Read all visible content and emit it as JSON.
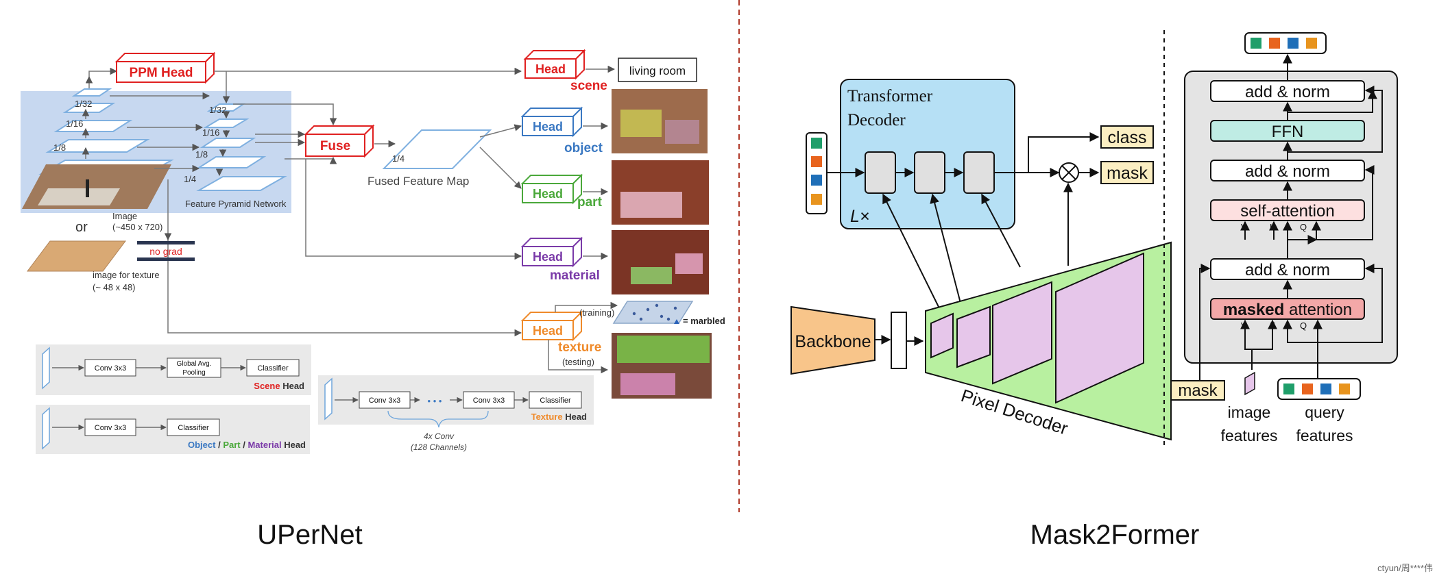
{
  "upernet": {
    "caption": "UPerNet",
    "ppm_head": "PPM Head",
    "fuse": "Fuse",
    "fused_feature_map": "Fused Feature Map",
    "fused_scale": "1/4",
    "fpn_label": "Feature Pyramid Network",
    "scales": [
      "1/32",
      "1/16",
      "1/8",
      "1/4"
    ],
    "image_label": "Image",
    "image_size": "(~450 x 720)",
    "or_label": "or",
    "texture_image_label": "image for texture",
    "texture_image_size": "(~ 48 x 48)",
    "no_grad": "no grad",
    "head": "Head",
    "scene": "scene",
    "living_room": "living room",
    "object": "object",
    "part": "part",
    "material": "material",
    "texture": "texture",
    "training": "(training)",
    "testing": "(testing)",
    "marbled": "= marbled",
    "scene_head": {
      "conv": "Conv 3x3",
      "pool1": "Global Avg.",
      "pool2": "Pooling",
      "classifier": "Classifier",
      "name1": "Scene",
      "name2": " Head"
    },
    "omp_head": {
      "conv": "Conv 3x3",
      "classifier": "Classifier",
      "object": "Object",
      "sep1": " / ",
      "part": "Part",
      "sep2": " / ",
      "material": "Material",
      "head": " Head"
    },
    "texture_head": {
      "conv1": "Conv 3x3",
      "dots": "• • •",
      "conv2": "Conv 3x3",
      "classifier": "Classifier",
      "name1": "Texture",
      "name2": " Head",
      "note1": "4x Conv",
      "note2": "(128 Channels)"
    },
    "colors": {
      "red": "#e02020",
      "blue": "#3a78c2",
      "green": "#4aa83a",
      "purple": "#7a3aa8",
      "orange": "#ef8a2a",
      "fpn_bg": "#c7d8f0"
    }
  },
  "mask2former": {
    "caption": "Mask2Former",
    "transformer_decoder_1": "Transformer",
    "transformer_decoder_2": "Decoder",
    "lx": "L×",
    "class": "class",
    "mask": "mask",
    "backbone": "Backbone",
    "pixel_decoder": "Pixel Decoder",
    "add_norm": "add & norm",
    "ffn": "FFN",
    "self_attention": "self-attention",
    "masked": "masked",
    "attention": " attention",
    "v": "V",
    "k": "K",
    "q": "Q",
    "mask_input": "mask",
    "image_features_1": "image",
    "image_features_2": "features",
    "query_features_1": "query",
    "query_features_2": "features",
    "query_colors": [
      "#1f9e6a",
      "#e8641e",
      "#1f6fb8",
      "#e8941e"
    ],
    "colors": {
      "decoder_bg": "#b6e0f5",
      "ffn": "#bfece4",
      "self_att": "#fde0e0",
      "masked_att": "#f3a8a8",
      "mask_box": "#fbeec2",
      "backbone": "#f8c58a",
      "pixel_decoder": "#b8f0a0",
      "pixel_feature": "#e6c6ea",
      "block_bg": "#e4e4e4"
    }
  },
  "watermark": "ctyun/周****伟"
}
